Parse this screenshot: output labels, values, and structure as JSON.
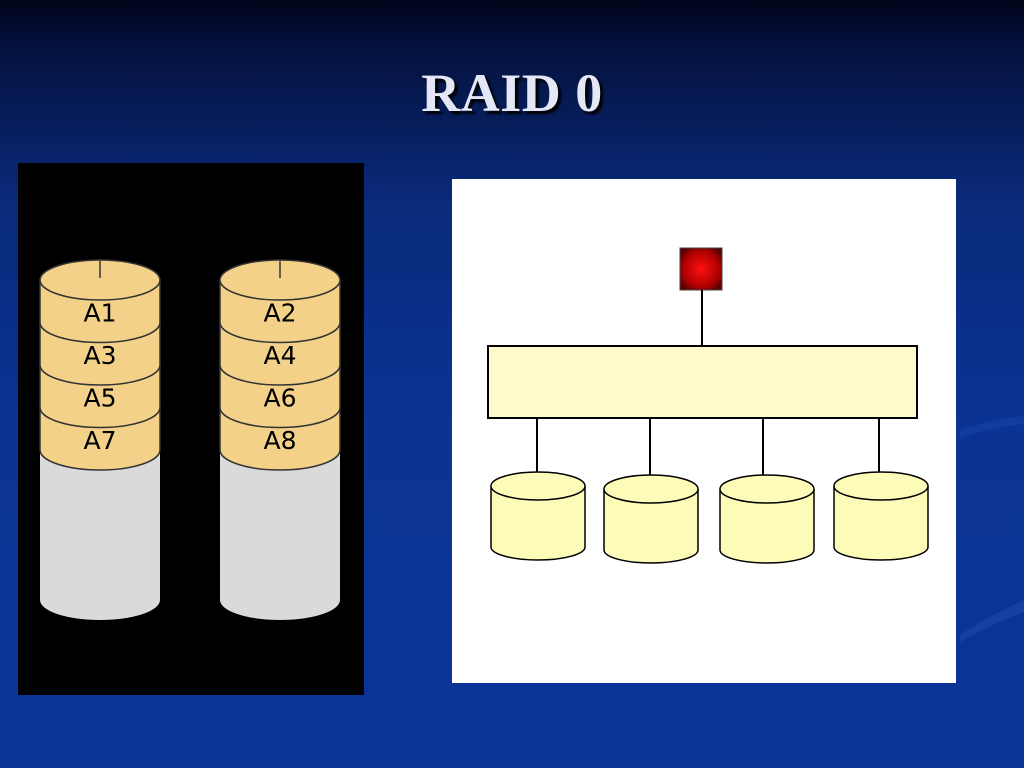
{
  "slide": {
    "title": "RAID 0"
  },
  "striping_diagram": {
    "disks": [
      {
        "blocks": [
          "A1",
          "A3",
          "A5",
          "A7"
        ]
      },
      {
        "blocks": [
          "A2",
          "A4",
          "A6",
          "A8"
        ]
      }
    ],
    "colors": {
      "background": "#000000",
      "block_fill": "#f3d188",
      "empty_fill": "#dadada",
      "outline": "#333333"
    }
  },
  "controller_diagram": {
    "disk_count": 4,
    "colors": {
      "background": "#ffffff",
      "host_node": "#c00000",
      "controller_fill": "#fffbcc",
      "disk_fill": "#fdfbb8"
    }
  }
}
